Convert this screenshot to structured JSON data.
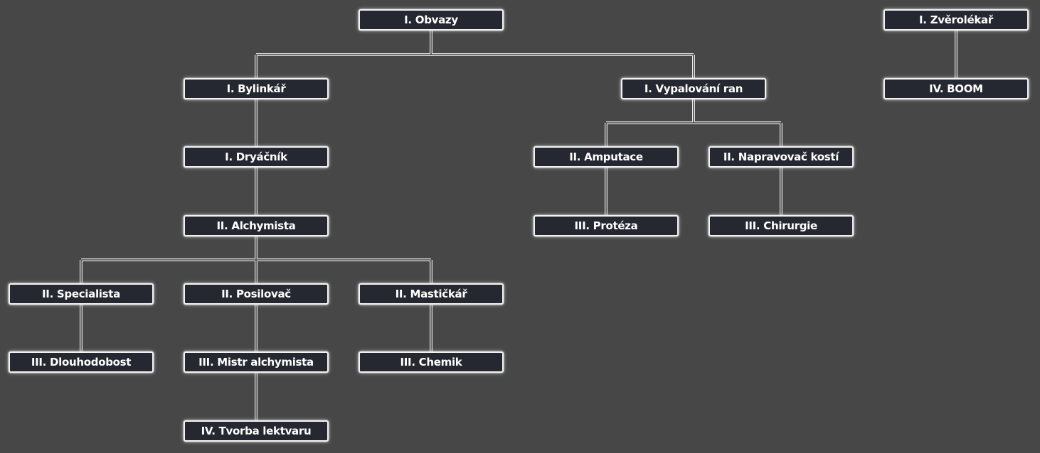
{
  "skill_tree": {
    "nodes": [
      {
        "id": "obvazy",
        "label": "I. Obvazy",
        "parent": null
      },
      {
        "id": "bylinkar",
        "label": "I. Bylinkář",
        "parent": "obvazy"
      },
      {
        "id": "vypalovani",
        "label": "I. Vypalování ran",
        "parent": "obvazy"
      },
      {
        "id": "dryacnik",
        "label": "I. Dryáčník",
        "parent": "bylinkar"
      },
      {
        "id": "alchymista",
        "label": "II. Alchymista",
        "parent": "dryacnik"
      },
      {
        "id": "specialista",
        "label": "II. Specialista",
        "parent": "alchymista"
      },
      {
        "id": "posilovac",
        "label": "II. Posilovač",
        "parent": "alchymista"
      },
      {
        "id": "mastickar",
        "label": "II. Mastičkář",
        "parent": "alchymista"
      },
      {
        "id": "dlouhodobost",
        "label": "III. Dlouhodobost",
        "parent": "specialista"
      },
      {
        "id": "mistr-alchymista",
        "label": "III. Mistr alchymista",
        "parent": "posilovac"
      },
      {
        "id": "chemik",
        "label": "III. Chemik",
        "parent": "mastickar"
      },
      {
        "id": "tvorba-lektvaru",
        "label": "IV. Tvorba lektvaru",
        "parent": "mistr-alchymista"
      },
      {
        "id": "amputace",
        "label": "II. Amputace",
        "parent": "vypalovani"
      },
      {
        "id": "napravovac",
        "label": "II. Napravovač kostí",
        "parent": "vypalovani"
      },
      {
        "id": "proteza",
        "label": "III. Protéza",
        "parent": "amputace"
      },
      {
        "id": "chirurgie",
        "label": "III. Chirurgie",
        "parent": "napravovac"
      },
      {
        "id": "zverolekar",
        "label": "I. Zvěrolékař",
        "parent": null
      },
      {
        "id": "boom",
        "label": "IV. BOOM",
        "parent": "zverolekar"
      }
    ]
  },
  "colors": {
    "background": "#474747",
    "node_fill": "#252830",
    "node_border": "#f2f2f2",
    "text": "#ffffff",
    "connector": "#e8e8e8"
  }
}
